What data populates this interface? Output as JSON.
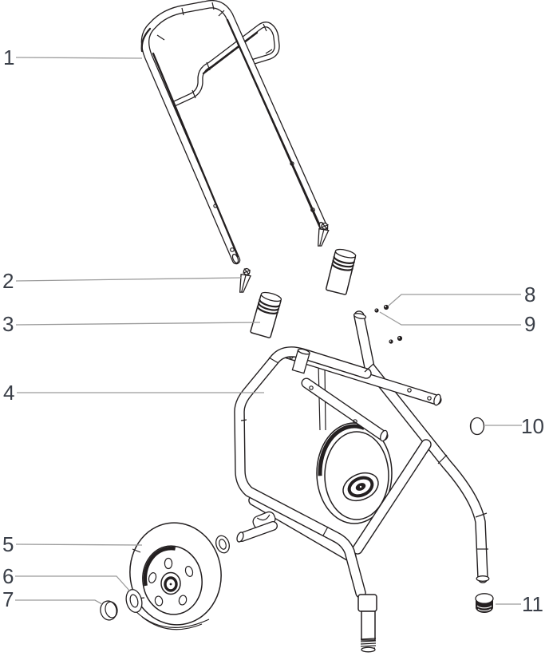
{
  "diagram": {
    "kind": "exploded-parts-diagram",
    "background_color": "#ffffff",
    "artwork_line_color": "#231f20",
    "leader_line_color": "#9b9b9b",
    "callout_label_color": "#3a3f48",
    "callouts": [
      {
        "label": "1"
      },
      {
        "label": "2"
      },
      {
        "label": "3"
      },
      {
        "label": "4"
      },
      {
        "label": "5"
      },
      {
        "label": "6"
      },
      {
        "label": "7"
      },
      {
        "label": "8"
      },
      {
        "label": "9"
      },
      {
        "label": "10"
      },
      {
        "label": "11"
      }
    ]
  }
}
